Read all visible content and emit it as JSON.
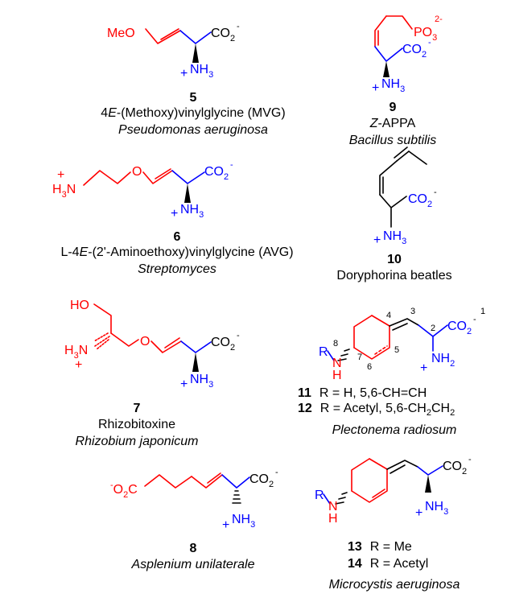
{
  "colors": {
    "red": "#ff0000",
    "blue": "#0000ff",
    "black": "#000000"
  },
  "atoms": {
    "MeO": "MeO",
    "CO2": "CO",
    "O": "O",
    "N": "N",
    "H": "H",
    "H3N": "H",
    "HO": "HO",
    "O2C": "O",
    "PO3": "PO",
    "NH3": "NH",
    "NH2": "NH",
    "R": "R",
    "plus": "+",
    "minus": "-",
    "two_minus": "2-",
    "sub2": "2",
    "sub3": "3"
  },
  "numbers": {
    "locants": [
      "1",
      "2",
      "3",
      "4",
      "5",
      "6",
      "7",
      "8"
    ]
  },
  "compounds": {
    "c5": {
      "number": "5",
      "name_prefix": "4",
      "name_e": "E",
      "name_rest": "-(Methoxy)vinylglycine (MVG)",
      "source": "Pseudomonas aeruginosa"
    },
    "c6": {
      "number": "6",
      "name_prefix": "L-4",
      "name_e": "E",
      "name_rest": "-(2'-Aminoethoxy)vinylglycine (AVG)",
      "source": "Streptomyces"
    },
    "c7": {
      "number": "7",
      "name": "Rhizobitoxine",
      "source": "Rhizobium japonicum"
    },
    "c8": {
      "number": "8",
      "source": "Asplenium unilaterale"
    },
    "c9": {
      "number": "9",
      "name_z": "Z",
      "name_rest": "-APPA",
      "source": "Bacillus subtilis"
    },
    "c10": {
      "number": "10",
      "name": "Doryphorina beatles"
    },
    "c11_12": {
      "n11": "11",
      "r11_a": "R = H, 5,6-CH=CH",
      "n12": "12",
      "r12_a": "R = Acetyl, 5,6-CH",
      "r12_sub1": "2",
      "r12_b": "CH",
      "r12_sub2": "2",
      "source": "Plectonema radiosum"
    },
    "c13_14": {
      "n13": "13",
      "r13": "R = Me",
      "n14": "14",
      "r14": "R = Acetyl",
      "source": "Microcystis aeruginosa"
    }
  }
}
